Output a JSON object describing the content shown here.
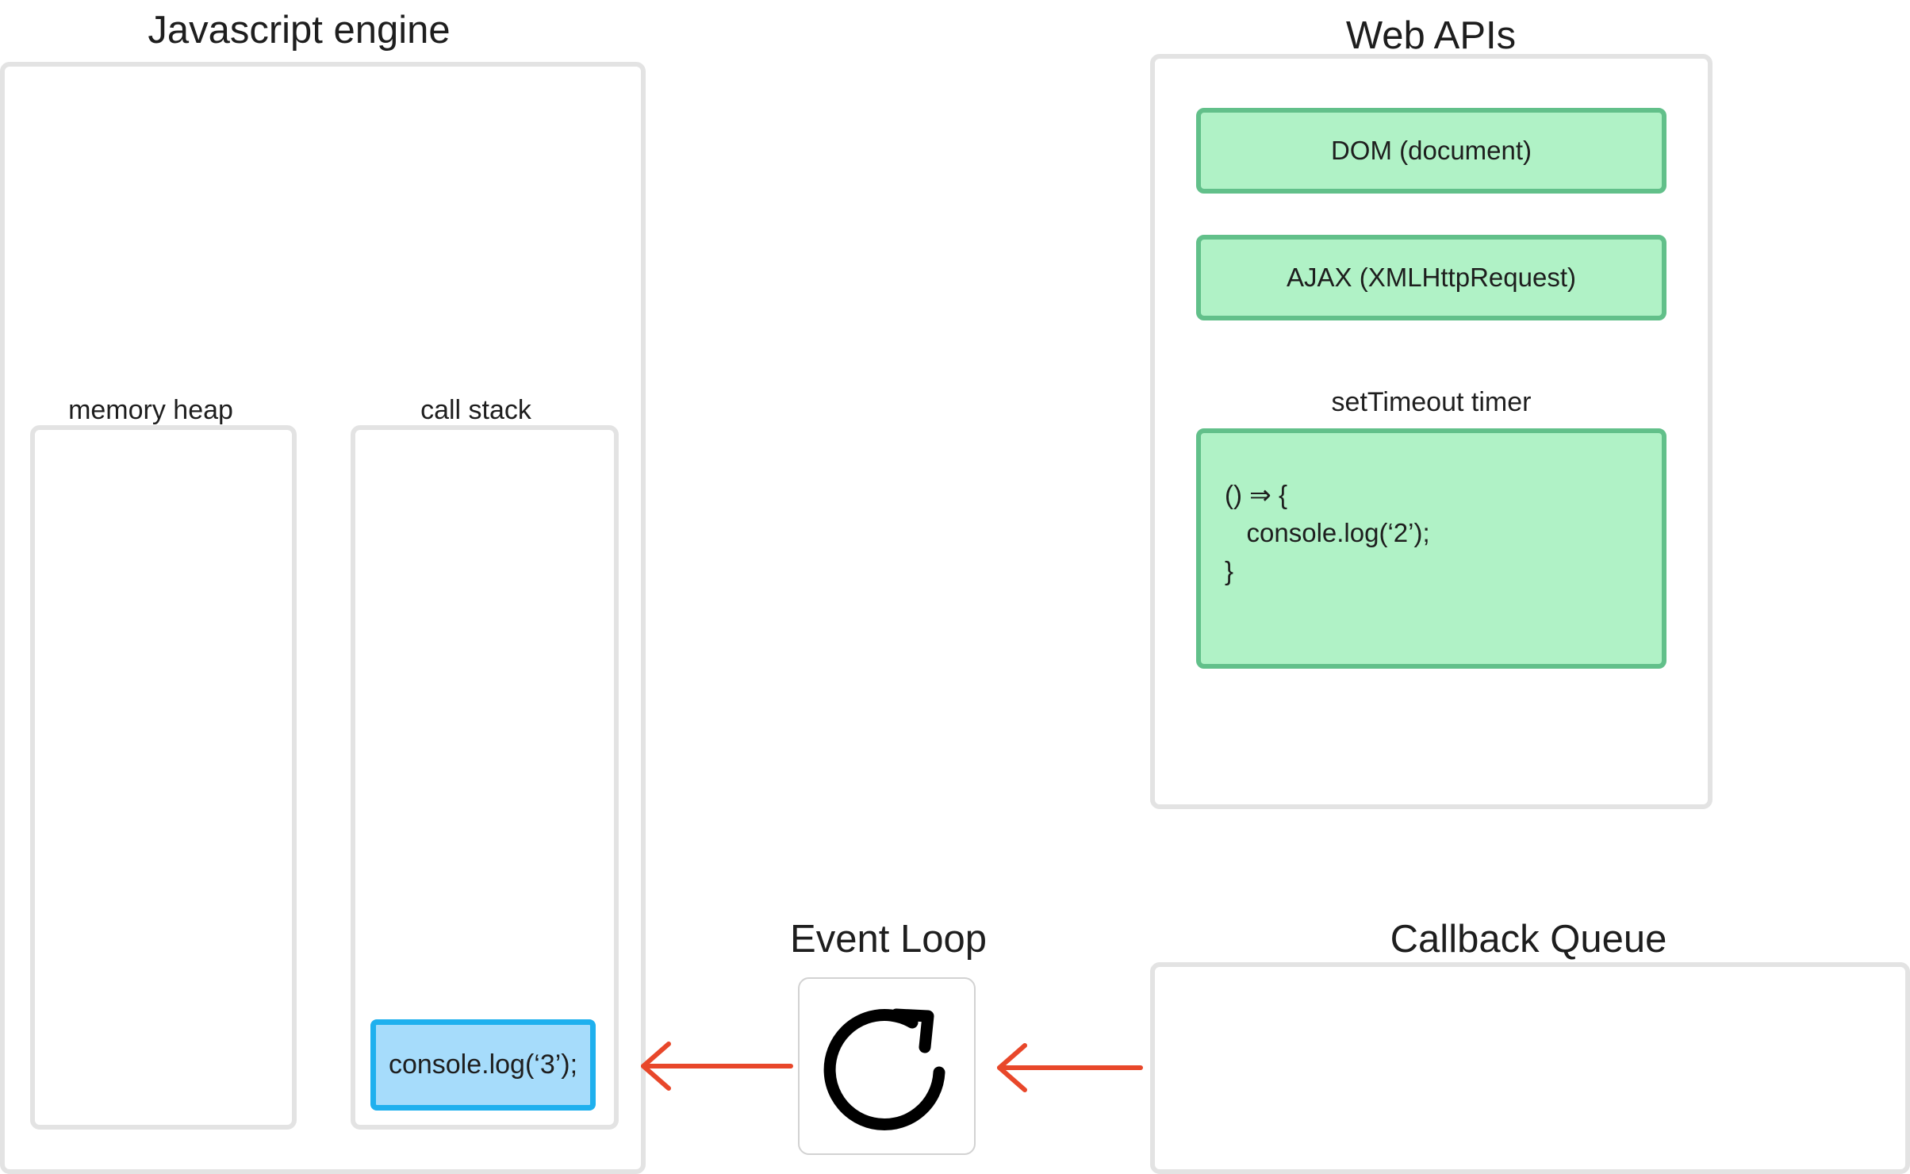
{
  "engine": {
    "title": "Javascript engine",
    "heap_label": "memory heap",
    "stack_label": "call stack",
    "stack_frames": [
      "console.log(‘3’);"
    ]
  },
  "web_apis": {
    "title": "Web APIs",
    "items": [
      "DOM (document)",
      "AJAX (XMLHttpRequest)"
    ],
    "timer_label": "setTimeout timer",
    "timer_code": [
      "() ⇒ {",
      "   console.log(‘2’);",
      "}"
    ]
  },
  "event_loop": {
    "title": "Event Loop",
    "icon": "refresh-icon"
  },
  "callback_queue": {
    "title": "Callback Queue",
    "items": []
  },
  "colors": {
    "container_border": "#e3e3e3",
    "api_fill": "#b0f2c6",
    "api_border": "#62c08a",
    "frame_fill": "#a6dcfb",
    "frame_border": "#1fb0ee",
    "arrow": "#e8472a"
  }
}
